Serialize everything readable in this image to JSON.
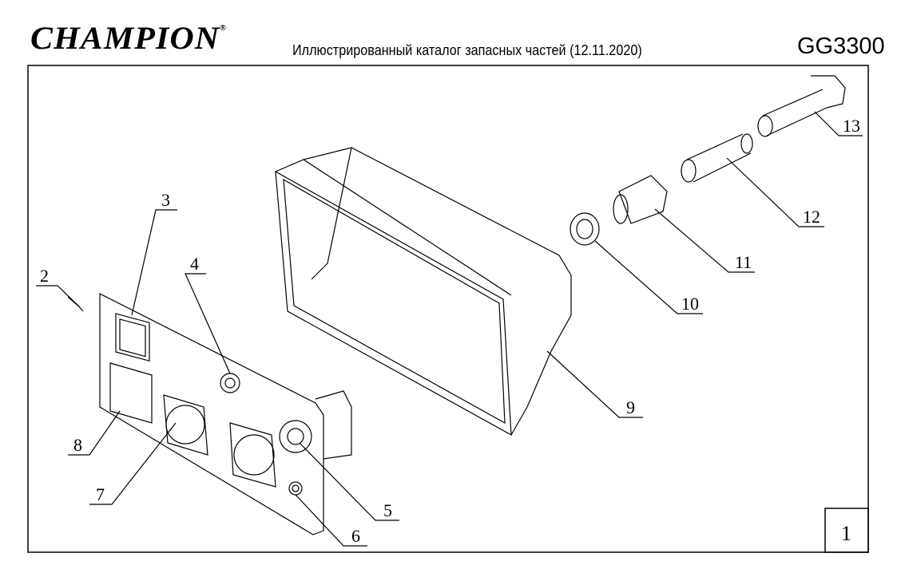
{
  "header": {
    "brand": "CHAMPION",
    "registered_mark": "®",
    "title": "Иллюстрированный каталог запасных частей (12.11.2020)",
    "model": "GG3300"
  },
  "diagram": {
    "callouts": [
      "2",
      "3",
      "4",
      "5",
      "6",
      "7",
      "8",
      "9",
      "10",
      "11",
      "12",
      "13"
    ]
  },
  "page_number": "1"
}
